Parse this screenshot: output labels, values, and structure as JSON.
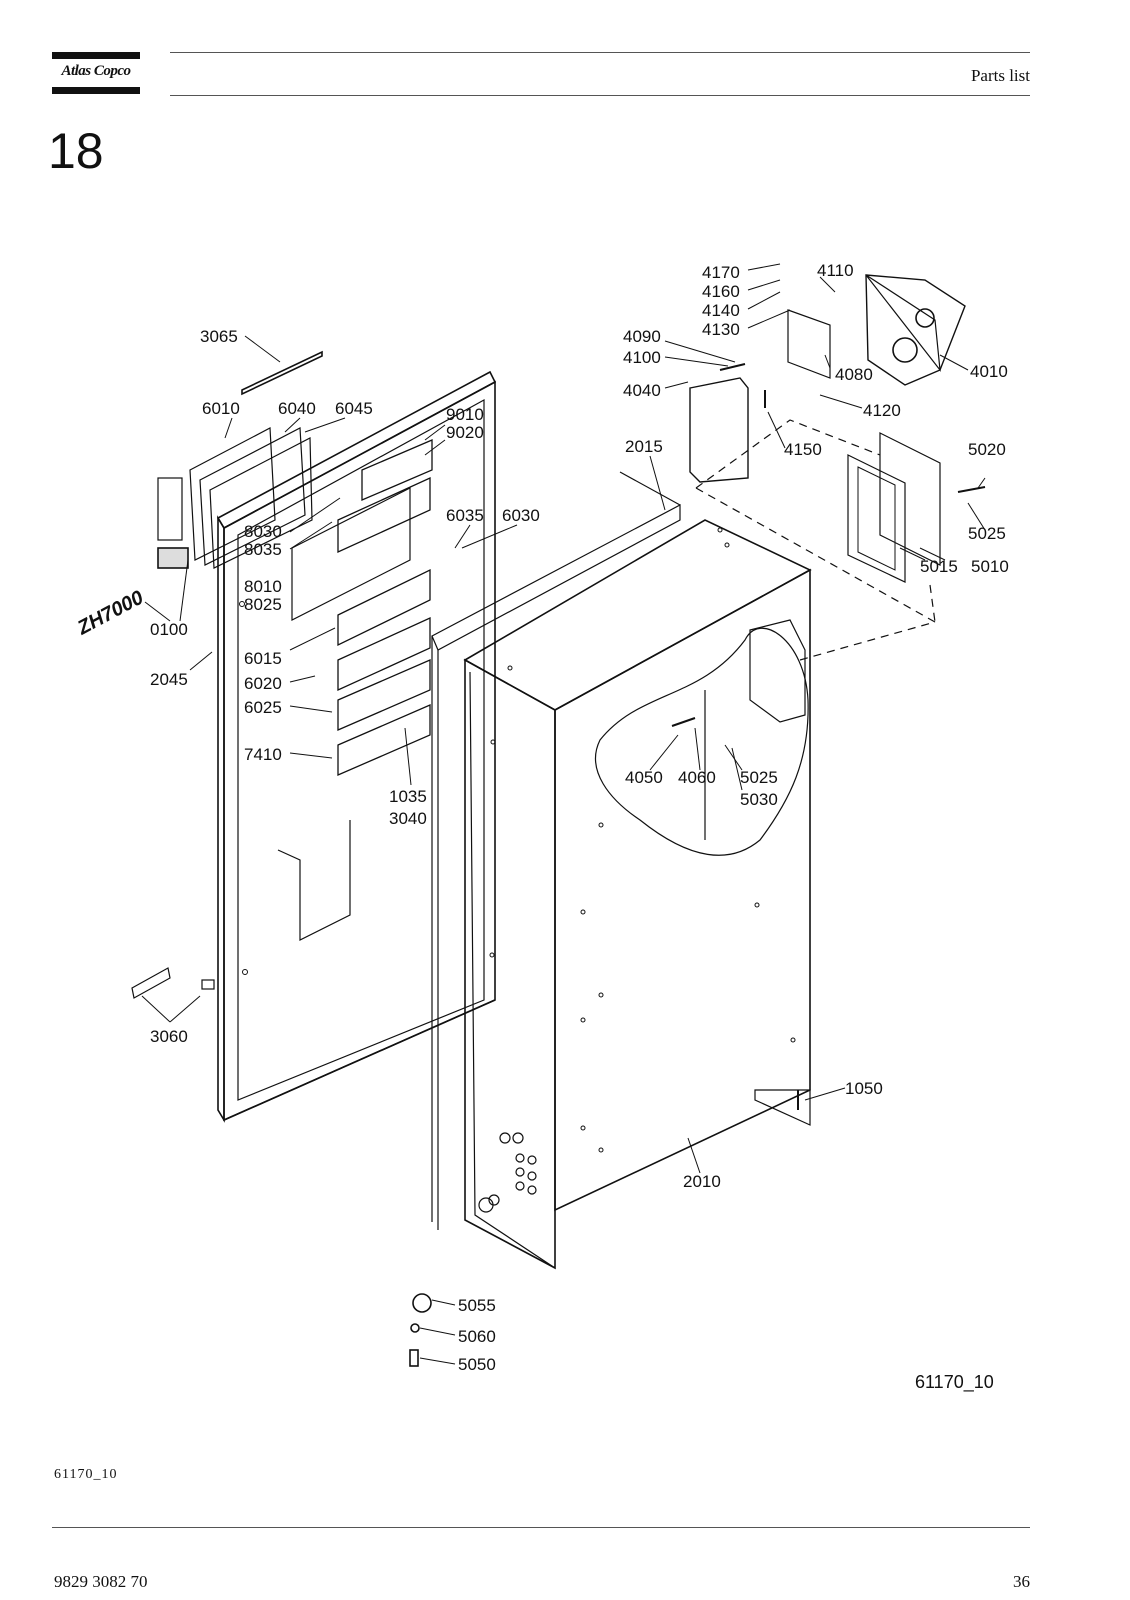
{
  "header": {
    "logo_text": "Atlas Copco",
    "title": "Parts list"
  },
  "section_number": "18",
  "figure": {
    "drawing_id": "61170_10",
    "model_label": "ZH7000",
    "callouts": [
      "3065",
      "6010",
      "6040",
      "6045",
      "9010",
      "9020",
      "8030",
      "8035",
      "6035",
      "6030",
      "8010",
      "8025",
      "0100",
      "2045",
      "6015",
      "6020",
      "6025",
      "7410",
      "1035",
      "3040",
      "3060",
      "2015",
      "4170",
      "4110",
      "4160",
      "4140",
      "4130",
      "4090",
      "4100",
      "4040",
      "4080",
      "4010",
      "4120",
      "4150",
      "5020",
      "5025",
      "5015",
      "5010",
      "4050",
      "4060",
      "5025",
      "5030",
      "1050",
      "2010",
      "5055",
      "5060",
      "5050"
    ]
  },
  "figure_ref": "61170_10",
  "footer": {
    "doc_number": "9829 3082 70",
    "page_number": "36"
  }
}
